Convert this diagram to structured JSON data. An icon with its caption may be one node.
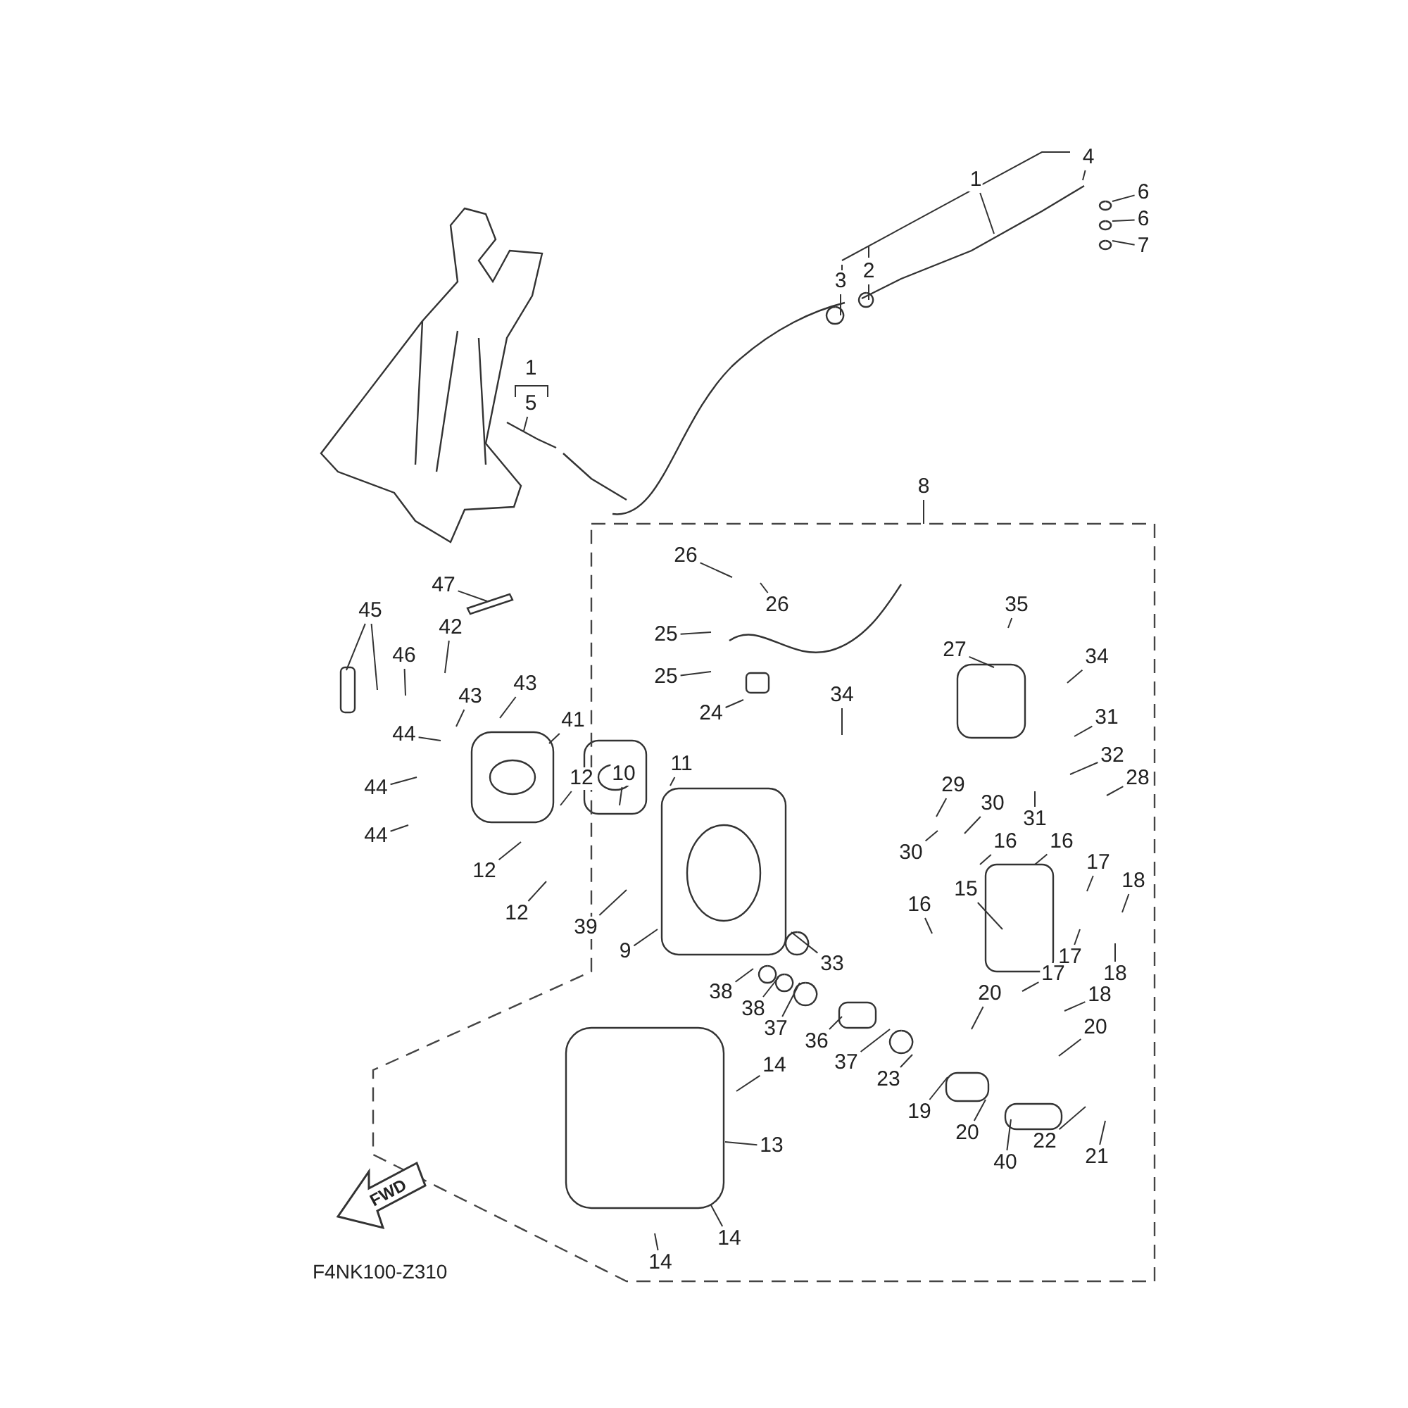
{
  "diagram": {
    "nodes": [
      {
        "text": [
          "1"
        ]
      },
      {
        "text": [
          "4"
        ]
      },
      {
        "text": [
          "6"
        ]
      },
      {
        "text": [
          "6"
        ]
      },
      {
        "text": [
          "7"
        ]
      },
      {
        "text": [
          "3"
        ]
      },
      {
        "text": [
          "2"
        ]
      },
      {
        "text": [
          "5"
        ],
        "beside": [
          "1"
        ]
      },
      {
        "text": [
          "8"
        ]
      },
      {
        "text": [
          "26"
        ]
      },
      {
        "text": [
          "26"
        ]
      },
      {
        "text": [
          "35"
        ]
      },
      {
        "text": [
          "27"
        ]
      },
      {
        "text": [
          "34"
        ]
      },
      {
        "text": [
          "25"
        ]
      },
      {
        "text": [
          "25"
        ]
      },
      {
        "text": [
          "24"
        ]
      },
      {
        "text": [
          "34"
        ]
      },
      {
        "text": [
          "31"
        ]
      },
      {
        "text": [
          "32"
        ]
      },
      {
        "text": [
          "28"
        ]
      },
      {
        "text": [
          "31"
        ]
      },
      {
        "text": [
          "47"
        ]
      },
      {
        "text": [
          "45"
        ]
      },
      {
        "text": [
          "46"
        ]
      },
      {
        "text": [
          "42"
        ]
      },
      {
        "text": [
          "43"
        ]
      },
      {
        "text": [
          "43"
        ]
      },
      {
        "text": [
          "41"
        ]
      },
      {
        "text": [
          "44"
        ]
      },
      {
        "text": [
          "44"
        ]
      },
      {
        "text": [
          "44"
        ]
      },
      {
        "text": [
          "12"
        ]
      },
      {
        "text": [
          "10"
        ]
      },
      {
        "text": [
          "11"
        ]
      },
      {
        "text": [
          "12"
        ]
      },
      {
        "text": [
          "12"
        ]
      },
      {
        "text": [
          "29"
        ]
      },
      {
        "text": [
          "30"
        ]
      },
      {
        "text": [
          "30"
        ]
      },
      {
        "text": [
          "16"
        ]
      },
      {
        "text": [
          "16"
        ]
      },
      {
        "text": [
          "17"
        ]
      },
      {
        "text": [
          "18"
        ]
      },
      {
        "text": [
          "15"
        ]
      },
      {
        "text": [
          "16"
        ]
      },
      {
        "text": [
          "17"
        ]
      },
      {
        "text": [
          "18"
        ]
      },
      {
        "text": [
          "17"
        ]
      },
      {
        "text": [
          "18"
        ]
      },
      {
        "text": [
          "39"
        ]
      },
      {
        "text": [
          "9"
        ]
      },
      {
        "text": [
          "33"
        ]
      },
      {
        "text": [
          "38"
        ]
      },
      {
        "text": [
          "38"
        ]
      },
      {
        "text": [
          "37"
        ]
      },
      {
        "text": [
          "36"
        ]
      },
      {
        "text": [
          "37"
        ]
      },
      {
        "text": [
          "23"
        ]
      },
      {
        "text": [
          "20"
        ]
      },
      {
        "text": [
          "20"
        ]
      },
      {
        "text": [
          "19"
        ]
      },
      {
        "text": [
          "20"
        ]
      },
      {
        "text": [
          "22"
        ]
      },
      {
        "text": [
          "40"
        ]
      },
      {
        "text": [
          "21"
        ]
      },
      {
        "text": [
          "14"
        ]
      },
      {
        "text": [
          "13"
        ]
      },
      {
        "text": [
          "14"
        ]
      },
      {
        "text": [
          "14"
        ]
      },
      {
        "text": [
          "FWD"
        ]
      }
    ],
    "edges": [
      {
        "from": 0,
        "to": null,
        "arrow": "none"
      },
      {
        "from": 1,
        "to": null,
        "arrow": "none"
      },
      {
        "from": 2,
        "to": null,
        "arrow": "none"
      },
      {
        "from": 3,
        "to": null,
        "arrow": "none"
      },
      {
        "from": 4,
        "to": null,
        "arrow": "none"
      },
      {
        "from": 5,
        "to": null,
        "arrow": "none"
      },
      {
        "from": 6,
        "to": null,
        "arrow": "none"
      },
      {
        "from": 7,
        "to": null,
        "arrow": "none"
      },
      {
        "from": 8,
        "to": null,
        "arrow": "none"
      },
      {
        "from": 9,
        "to": null,
        "arrow": "none"
      },
      {
        "from": 10,
        "to": null,
        "arrow": "none"
      },
      {
        "from": 11,
        "to": null,
        "arrow": "none"
      },
      {
        "from": 12,
        "to": null,
        "arrow": "none"
      },
      {
        "from": 13,
        "to": null,
        "arrow": "none"
      },
      {
        "from": 14,
        "to": null,
        "arrow": "none"
      },
      {
        "from": 15,
        "to": null,
        "arrow": "none"
      },
      {
        "from": 16,
        "to": null,
        "arrow": "none"
      },
      {
        "from": 17,
        "to": null,
        "arrow": "none"
      },
      {
        "from": 18,
        "to": null,
        "arrow": "none"
      },
      {
        "from": 19,
        "to": null,
        "arrow": "none"
      },
      {
        "from": 20,
        "to": null,
        "arrow": "none"
      },
      {
        "from": 21,
        "to": null,
        "arrow": "none"
      },
      {
        "from": 22,
        "to": null,
        "arrow": "none"
      },
      {
        "from": 23,
        "to": null,
        "arrow": "none"
      },
      {
        "from": 23,
        "to": null,
        "arrow": "none"
      },
      {
        "from": 24,
        "to": null,
        "arrow": "none"
      },
      {
        "from": 25,
        "to": null,
        "arrow": "none"
      },
      {
        "from": 26,
        "to": null,
        "arrow": "none"
      },
      {
        "from": 27,
        "to": null,
        "arrow": "none"
      },
      {
        "from": 28,
        "to": null,
        "arrow": "none"
      },
      {
        "from": 29,
        "to": null,
        "arrow": "none"
      },
      {
        "from": 30,
        "to": null,
        "arrow": "none"
      },
      {
        "from": 31,
        "to": null,
        "arrow": "none"
      },
      {
        "from": 32,
        "to": null,
        "arrow": "none"
      },
      {
        "from": 33,
        "to": null,
        "arrow": "none"
      },
      {
        "from": 34,
        "to": null,
        "arrow": "none"
      },
      {
        "from": 35,
        "to": null,
        "arrow": "none"
      },
      {
        "from": 36,
        "to": null,
        "arrow": "none"
      },
      {
        "from": 37,
        "to": null,
        "arrow": "none"
      },
      {
        "from": 38,
        "to": null,
        "arrow": "none"
      },
      {
        "from": 39,
        "to": null,
        "arrow": "none"
      },
      {
        "from": 40,
        "to": null,
        "arrow": "none"
      },
      {
        "from": 41,
        "to": null,
        "arrow": "none"
      },
      {
        "from": 42,
        "to": null,
        "arrow": "none"
      },
      {
        "from": 43,
        "to": null,
        "arrow": "none"
      },
      {
        "from": 44,
        "to": null,
        "arrow": "none"
      },
      {
        "from": 45,
        "to": null,
        "arrow": "none"
      },
      {
        "from": 46,
        "to": null,
        "arrow": "none"
      },
      {
        "from": 47,
        "to": null,
        "arrow": "none"
      },
      {
        "from": 48,
        "to": null,
        "arrow": "none"
      },
      {
        "from": 49,
        "to": null,
        "arrow": "none"
      },
      {
        "from": 50,
        "to": null,
        "arrow": "none"
      },
      {
        "from": 51,
        "to": null,
        "arrow": "none"
      },
      {
        "from": 52,
        "to": null,
        "arrow": "none"
      },
      {
        "from": 53,
        "to": null,
        "arrow": "none"
      },
      {
        "from": 54,
        "to": null,
        "arrow": "none"
      },
      {
        "from": 55,
        "to": null,
        "arrow": "none"
      },
      {
        "from": 56,
        "to": null,
        "arrow": "none"
      },
      {
        "from": 57,
        "to": null,
        "arrow": "none"
      },
      {
        "from": 58,
        "to": null,
        "arrow": "none"
      },
      {
        "from": 59,
        "to": null,
        "arrow": "none"
      },
      {
        "from": 60,
        "to": null,
        "arrow": "none"
      },
      {
        "from": 61,
        "to": null,
        "arrow": "none"
      },
      {
        "from": 62,
        "to": null,
        "arrow": "none"
      },
      {
        "from": 63,
        "to": null,
        "arrow": "none"
      },
      {
        "from": 64,
        "to": null,
        "arrow": "none"
      },
      {
        "from": 65,
        "to": null,
        "arrow": "none"
      },
      {
        "from": 66,
        "to": null,
        "arrow": "none"
      },
      {
        "from": 67,
        "to": null,
        "arrow": "none"
      },
      {
        "from": 68,
        "to": null,
        "arrow": "none"
      },
      {
        "from": 69,
        "to": null,
        "arrow": "none"
      }
    ],
    "labels": [
      "F4NK100-Z310"
    ]
  }
}
